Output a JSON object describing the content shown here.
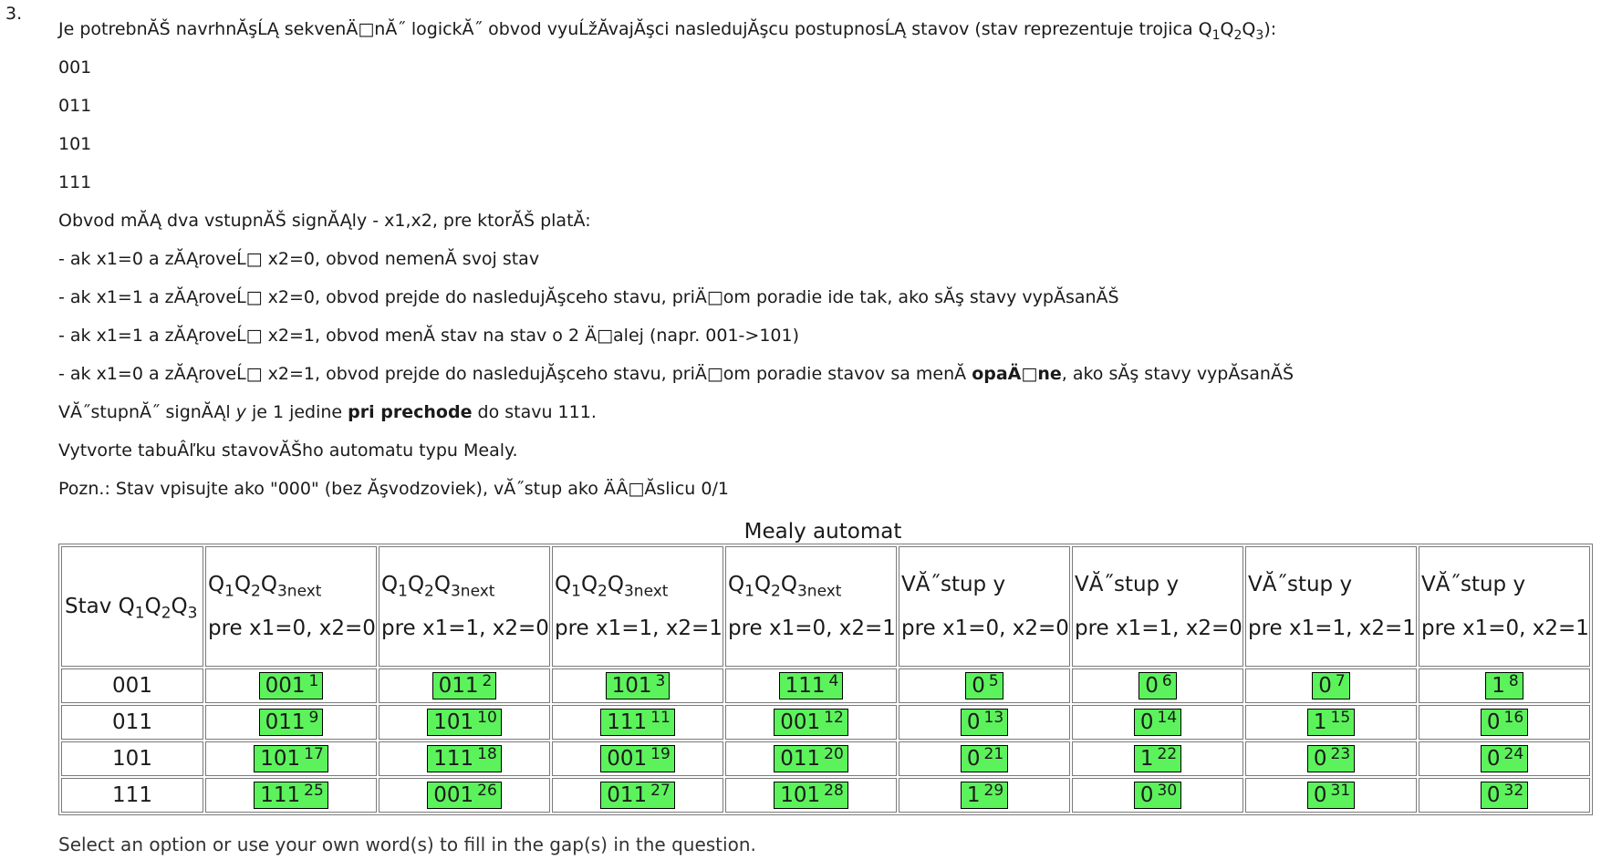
{
  "question_number": "3.",
  "lines": [
    [
      "Je potrebnĂŠ navrhnĂşĹĄ sekvenÄ□nĂ˝ logickĂ˝ obvod vyuĹžĂ­vajĂşci nasledujĂşcu postupnosĹĄ stavov (stav reprezentuje trojica Q",
      "1",
      "Q",
      "2",
      "Q",
      "3",
      "):"
    ],
    "001",
    "011",
    "101",
    "111",
    "Obvod mĂĄ dva vstupnĂŠ signĂĄly - x1,x2, pre ktorĂŠ platĂ­:",
    "- ak x1=0 a zĂĄroveĹ□ x2=0, obvod nemenĂ­ svoj stav",
    "- ak x1=1 a zĂĄroveĹ□ x2=0, obvod prejde do nasledujĂşceho stavu, priÄ□om poradie ide tak, ako sĂş stavy vypĂ­sanĂŠ",
    "- ak x1=1 a zĂĄroveĹ□ x2=1, obvod menĂ­ stav na stav o 2 Ä□alej (napr. 001->101)",
    [
      "- ak x1=0 a zĂĄroveĹ□ x2=1, obvod prejde do nasledujĂşceho stavu, priÄ□om poradie stavov sa menĂ­ ",
      "opaÄ□ne",
      ", ako sĂş stavy vypĂ­sanĂŠ"
    ],
    [
      "VĂ˝stupnĂ˝ signĂĄl ",
      "y",
      " je 1 jedine ",
      "pri prechode",
      " do stavu 111."
    ],
    "Vytvorte tabuÂľku stavovĂŠho automatu typu Mealy.",
    "Pozn.: Stav vpisujte ako \"000\" (bez Ăşvodzoviek), vĂ˝stup ako ÄÂ□Ăslicu 0/1"
  ],
  "table": {
    "caption": "Mealy automat",
    "state_header": [
      "Stav Q",
      "1",
      "Q",
      "2",
      "Q",
      "3"
    ],
    "next_header": [
      "Q",
      "1",
      "Q",
      "2",
      "Q",
      "3next"
    ],
    "out_header": "VĂ˝stup y",
    "conditions": [
      "pre x1=0, x2=0",
      "pre x1=1, x2=0",
      "pre x1=1, x2=1",
      "pre x1=0, x2=1"
    ],
    "rows": [
      {
        "state": "001",
        "cells": [
          [
            "001",
            "1"
          ],
          [
            "011",
            "2"
          ],
          [
            "101",
            "3"
          ],
          [
            "111",
            "4"
          ],
          [
            "0",
            "5"
          ],
          [
            "0",
            "6"
          ],
          [
            "0",
            "7"
          ],
          [
            "1",
            "8"
          ]
        ]
      },
      {
        "state": "011",
        "cells": [
          [
            "011",
            "9"
          ],
          [
            "101",
            "10"
          ],
          [
            "111",
            "11"
          ],
          [
            "001",
            "12"
          ],
          [
            "0",
            "13"
          ],
          [
            "0",
            "14"
          ],
          [
            "1",
            "15"
          ],
          [
            "0",
            "16"
          ]
        ]
      },
      {
        "state": "101",
        "cells": [
          [
            "101",
            "17"
          ],
          [
            "111",
            "18"
          ],
          [
            "001",
            "19"
          ],
          [
            "011",
            "20"
          ],
          [
            "0",
            "21"
          ],
          [
            "1",
            "22"
          ],
          [
            "0",
            "23"
          ],
          [
            "0",
            "24"
          ]
        ]
      },
      {
        "state": "111",
        "cells": [
          [
            "111",
            "25"
          ],
          [
            "001",
            "26"
          ],
          [
            "011",
            "27"
          ],
          [
            "101",
            "28"
          ],
          [
            "1",
            "29"
          ],
          [
            "0",
            "30"
          ],
          [
            "0",
            "31"
          ],
          [
            "0",
            "32"
          ]
        ]
      }
    ]
  },
  "footer": "Select an option or use your own word(s) to fill in the gap(s) in the question.",
  "colors": {
    "gap_fill": "#5cf25c",
    "border": "#7a7a7a",
    "text": "#1a1a1a"
  }
}
